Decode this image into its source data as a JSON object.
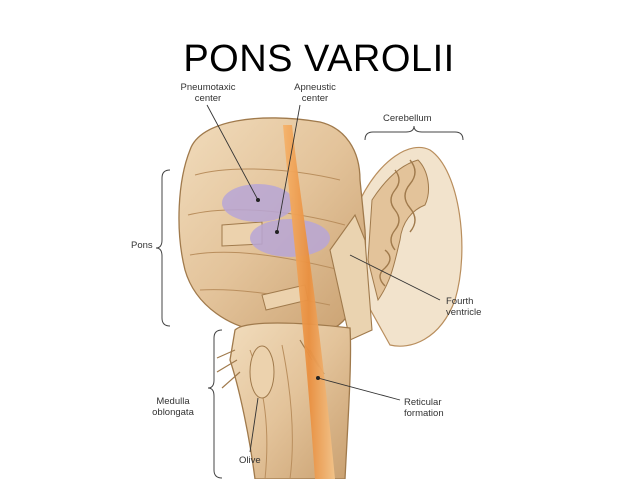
{
  "title": "PONS VAROLII",
  "labels": {
    "pneumotaxic": [
      "Pneumotaxic",
      "center"
    ],
    "apneustic": [
      "Apneustic",
      "center"
    ],
    "cerebellum": "Cerebellum",
    "pons": "Pons",
    "fourth_ventricle": [
      "Fourth",
      "ventricle"
    ],
    "medulla": [
      "Medulla",
      "oblongata"
    ],
    "reticular": [
      "Reticular",
      "formation"
    ],
    "olive": "Olive"
  },
  "colors": {
    "tissue": "#e3c39a",
    "tissue_dark": "#b98e5d",
    "center_purple": "#b7a6d6",
    "reticular_orange": "#e98f3f"
  }
}
